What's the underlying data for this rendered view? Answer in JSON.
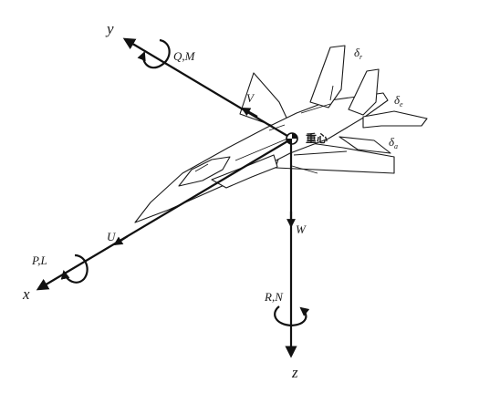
{
  "axes": {
    "x": "x",
    "y": "y",
    "z": "z"
  },
  "velocity_components": {
    "u": "U",
    "v": "V",
    "w": "W"
  },
  "rotation_labels": {
    "roll": "P,L",
    "pitch": "Q,M",
    "yaw": "R,N"
  },
  "center_of_gravity": "重心",
  "control_surfaces": {
    "rudder": "δ",
    "rudder_sub": "r",
    "elevator": "δ",
    "elevator_sub": "e",
    "aileron": "δ",
    "aileron_sub": "a"
  }
}
